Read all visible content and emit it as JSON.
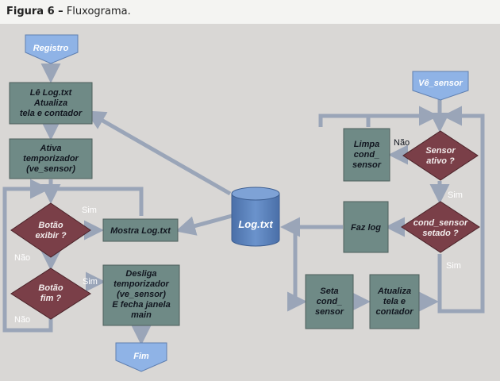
{
  "caption": {
    "label": "Figura 6 –",
    "title": "Fluxograma."
  },
  "colors": {
    "background": "#d9d7d5",
    "block_fill": "#6f8a86",
    "block_text": "#11161f",
    "term_fill": "#8fb3e6",
    "term_text": "#ffffff",
    "diamond_fill": "#7a3f48",
    "diamond_text": "#f2ecec",
    "db_fill": "#5b83bd",
    "line": "#9aa5b8",
    "label_text": "#ffffff"
  },
  "nodes": {
    "registro": "Registro",
    "le_log": [
      "Lê Log.txt",
      "Atualiza",
      "tela e contador"
    ],
    "ativa": [
      "Ativa",
      "temporizador",
      "(ve_sensor)"
    ],
    "botao_exibir": [
      "Botão",
      "exibir ?"
    ],
    "mostra_log": "Mostra Log.txt",
    "botao_fim": [
      "Botão",
      "fim ?"
    ],
    "desliga": [
      "Desliga",
      "temporizador",
      "(ve_sensor)",
      "E fecha janela",
      "main"
    ],
    "fim": "Fim",
    "log_txt": "Log.txt",
    "ve_sensor": "Vê_sensor",
    "limpa": [
      "Limpa",
      "cond_",
      "sensor"
    ],
    "sensor_ativo": [
      "Sensor",
      "ativo ?"
    ],
    "faz_log": "Faz log",
    "cond_sensor": [
      "cond_sensor",
      "setado ?"
    ],
    "seta": [
      "Seta",
      "cond_",
      "sensor"
    ],
    "atualiza": [
      "Atualiza",
      "tela e",
      "contador"
    ]
  },
  "edge_labels": {
    "sim_exibir": "Sim",
    "nao_exibir": "Não",
    "sim_fim": "Sim",
    "nao_fim": "Não",
    "nao_sensor": "Não",
    "sim_sensor": "Sim",
    "sim_cond": "Sim"
  }
}
